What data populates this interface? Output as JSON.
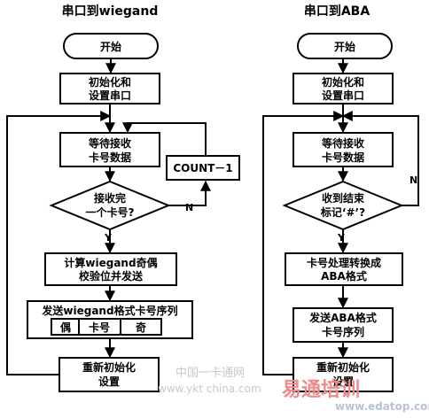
{
  "left": {
    "title": "串口到wiegand",
    "start": "开始",
    "init": [
      "初始化和",
      "设置串口"
    ],
    "wait": [
      "等待接收",
      "卡号数据"
    ],
    "decision": [
      "接收完",
      "一个卡号?"
    ],
    "count": "COUNT－1",
    "yes": "Y",
    "no": "N",
    "calc": [
      "计算wiegand奇偶",
      "校验位并发送"
    ],
    "send": "发送wiegand格式卡号序列",
    "seq": [
      "偶",
      "卡号",
      "奇"
    ],
    "reinit": [
      "重新初始化",
      "设置"
    ]
  },
  "right": {
    "title": "串口到ABA",
    "start": "开始",
    "init": [
      "初始化和",
      "设置串口"
    ],
    "wait": [
      "等待接收",
      "卡号数据"
    ],
    "decision": [
      "收到结束",
      "标记‘#’?"
    ],
    "yes": "Y",
    "no": "N",
    "process": [
      "卡号处理转换成",
      "ABA格式"
    ],
    "send": [
      "发送ABA格式",
      "卡号序列"
    ],
    "reinit": [
      "重新初始化",
      "设置"
    ]
  },
  "watermark": {
    "cn": "中国一卡通网",
    "url": "www.ykt china.com",
    "brand": "易通培训",
    "site": "www.edatop.com"
  }
}
